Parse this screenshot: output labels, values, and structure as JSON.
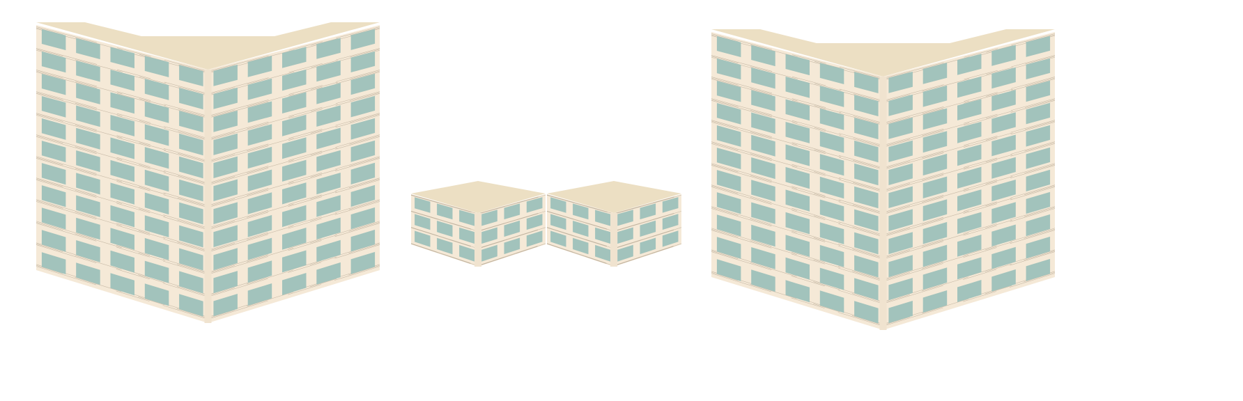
{
  "colors": {
    "background": "#ffffff",
    "wall": "#f5e9d7",
    "wall_shade": "#f0e3cf",
    "roof": "#ecdfc3",
    "window": "#a2c3bc",
    "line": "#bcae9a"
  },
  "buildings": [
    {
      "name": "tall-building-left",
      "left_wall": {
        "cols": 5,
        "rows": 11
      },
      "right_wall": {
        "cols": 5,
        "rows": 11
      }
    },
    {
      "name": "low-building-a",
      "left_wall": {
        "cols": 3,
        "rows": 3
      },
      "right_wall": {
        "cols": 3,
        "rows": 3
      }
    },
    {
      "name": "low-building-b",
      "left_wall": {
        "cols": 3,
        "rows": 3
      },
      "right_wall": {
        "cols": 3,
        "rows": 3
      }
    },
    {
      "name": "tall-building-right",
      "left_wall": {
        "cols": 5,
        "rows": 11
      },
      "right_wall": {
        "cols": 5,
        "rows": 11
      }
    }
  ]
}
